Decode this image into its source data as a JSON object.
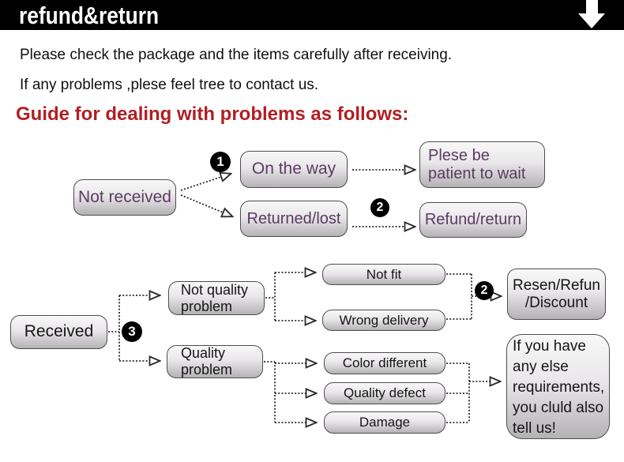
{
  "banner": {
    "title": "refund&return"
  },
  "intro": {
    "line1": "Please check the package and the items carefully after receiving.",
    "line2": "If any problems ,plese feel tree to contact us."
  },
  "heading": "Guide for dealing with problems as follows:",
  "diagram": {
    "section1": {
      "not_received": "Not received",
      "badge1": "1",
      "on_the_way": "On the way",
      "returned_lost": "Returned/lost",
      "badge2": "2",
      "plese_wait": "Plese be\npatient to wait",
      "refund_return": "Refund/return"
    },
    "section2": {
      "received": "Received",
      "badge3": "3",
      "not_quality": "Not quality\nproblem",
      "quality_problem": "Quality\nproblem",
      "not_fit": "Not fit",
      "wrong_delivery": "Wrong delivery",
      "badge2": "2",
      "resen": "Resen/Refun\n/Discount",
      "color_different": "Color different",
      "quality_defect": "Quality defect",
      "damage": "Damage",
      "note": "If you have\nany else\nrequirements,\nyou cluld also\ntell us!"
    }
  },
  "colors": {
    "banner_bg": "#000000",
    "heading_red": "#b01f24",
    "node_text_purple": "#5b3a62",
    "node_border": "#4d4d4d"
  }
}
